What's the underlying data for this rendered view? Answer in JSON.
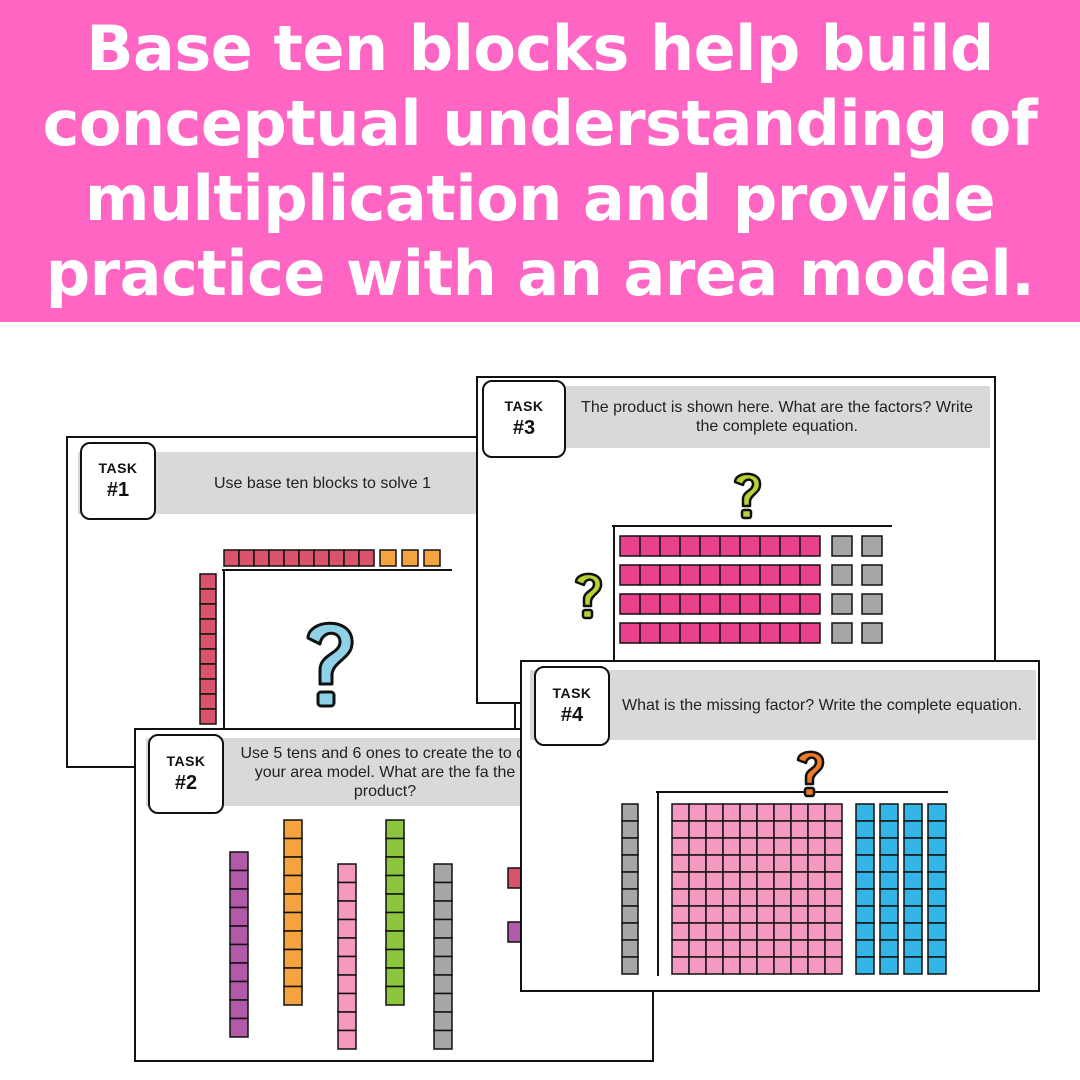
{
  "banner": {
    "title": "Base ten blocks help build conceptual understanding of multiplication and provide practice with an area model.",
    "background": "#ff66c4"
  },
  "tasks": [
    {
      "label": "TASK",
      "number": "#1",
      "prompt": "Use base ten blocks to solve 1",
      "visual": {
        "top_factor": {
          "tens": 1,
          "ones": 3
        },
        "left_factor": {
          "tens": 1,
          "ones": 0
        },
        "center_icon": "question-mark-icon",
        "colors": {
          "tens": "#d9546b",
          "ones": "#f5a340",
          "question": "#8fd1e6"
        }
      }
    },
    {
      "label": "TASK",
      "number": "#2",
      "prompt": "Use 5 tens and 6 ones to create the to of your area model. What are the fa the product?",
      "visual": {
        "tens_rods": 5,
        "rod_colors": [
          "#b05aa8",
          "#f5a340",
          "#f49ac1",
          "#8cc63f",
          "#a6a6a6"
        ],
        "ones_colors": [
          "#d9546b",
          "#b05aa8"
        ]
      }
    },
    {
      "label": "TASK",
      "number": "#3",
      "prompt": "The product is shown here. What are the factors? Write the complete equation.",
      "visual": {
        "rows": 4,
        "tens_per_row": 1,
        "ones_per_row": 2,
        "colors": {
          "tens": "#e9418c",
          "ones": "#a6a6a6",
          "question": "#b5d334"
        }
      }
    },
    {
      "label": "TASK",
      "number": "#4",
      "prompt": "What is the missing factor? Write the complete equation.",
      "visual": {
        "hundreds": 1,
        "tens": 4,
        "left_factor": {
          "tens": 1,
          "ones": 0
        },
        "colors": {
          "hundreds": "#f49ac1",
          "tens": "#34b5e8",
          "left": "#a6a6a6",
          "question": "#f07a2a"
        }
      }
    }
  ]
}
